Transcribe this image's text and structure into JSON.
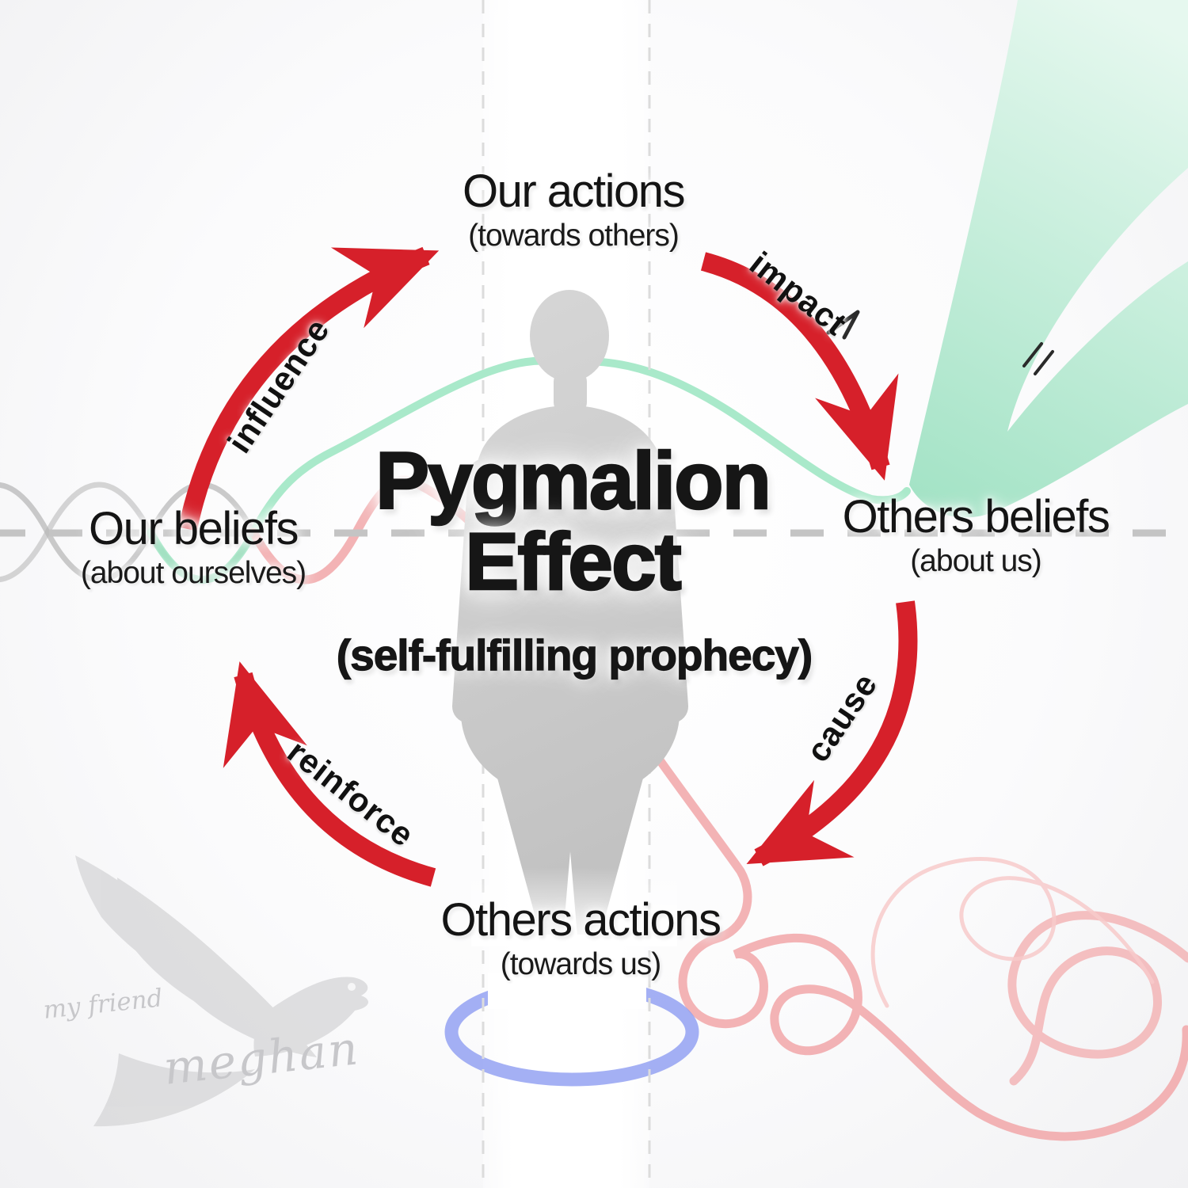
{
  "title": {
    "line1": "Pygmalion",
    "line2": "Effect",
    "subtitle": "(self-fulfilling prophecy)"
  },
  "nodes": {
    "top": {
      "label": "Our actions",
      "sublabel": "(towards others)"
    },
    "right": {
      "label": "Others beliefs",
      "sublabel": "(about us)"
    },
    "bottom": {
      "label": "Others actions",
      "sublabel": "(towards us)"
    },
    "left": {
      "label": "Our beliefs",
      "sublabel": "(about ourselves)"
    }
  },
  "arrows": {
    "top_left": "influence",
    "top_right": "impact",
    "bottom_right": "cause",
    "bottom_left": "reinforce"
  },
  "watermark": {
    "line1": "my friend",
    "line2": "meghan"
  },
  "colors": {
    "arrow_red": "#d6202a",
    "mint_ribbon": "#a6e4c7",
    "mint_line": "#93e4bd",
    "pink_line": "#f1a6a8",
    "blue_ring": "#8d9cf1",
    "silhouette_gray": "#c9c9c9",
    "dash_gray": "#c4c4c4"
  }
}
